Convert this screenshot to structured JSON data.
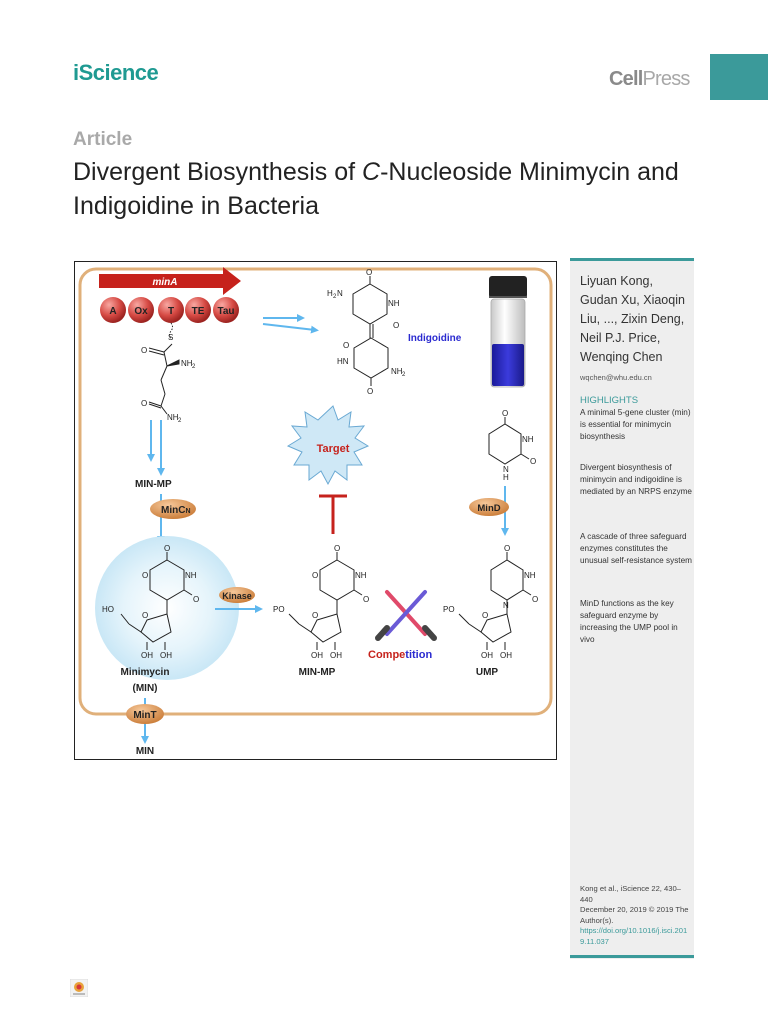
{
  "header": {
    "journal": "iScience",
    "publisher_cell": "Cell",
    "publisher_press": "Press",
    "accent_color": "#3b9a9a"
  },
  "article": {
    "type": "Article",
    "title_pre": "Divergent Biosynthesis of ",
    "title_italic": "C",
    "title_post": "-Nucleoside Minimycin and Indigoidine in Bacteria"
  },
  "sidebar": {
    "authors": "Liyuan Kong, Gudan Xu, Xiaoqin Liu, ..., Zixin Deng, Neil P.J. Price, Wenqing Chen",
    "email": "wqchen@whu.edu.cn",
    "highlights_heading": "HIGHLIGHTS",
    "highlights": [
      "A minimal 5-gene cluster (min) is essential for minimycin biosynthesis",
      "Divergent biosynthesis of minimycin and indigoidine is mediated by an NRPS enzyme",
      "A cascade of three safeguard enzymes constitutes the unusual self-resistance system",
      "MinD functions as the key safeguard enzyme by increasing the UMP pool in vivo"
    ],
    "citation": {
      "line1": "Kong et al., iScience 22, 430–440",
      "line2": "December 20, 2019 © 2019 The Author(s).",
      "doi": "https://doi.org/10.1016/j.isci.2019.11.037"
    }
  },
  "figure": {
    "gene": "minA",
    "domains": [
      "A",
      "Ox",
      "T",
      "TE",
      "Tau"
    ],
    "indigoidine": "Indigoidine",
    "target": "Target",
    "competition_a": "Compe",
    "competition_b": "tition",
    "min_mp_top": "MIN-MP",
    "min_mp_mid": "MIN-MP",
    "ump": "UMP",
    "minimycin_line1": "Minimycin",
    "minimycin_line2": "(MIN)",
    "min_out": "MIN",
    "enzymes": {
      "mincn_main": "MinC",
      "mincn_sub": "N",
      "mind": "MinD",
      "kinase": "Kinase",
      "mint": "MinT"
    },
    "atoms": {
      "S": "S",
      "O": "O",
      "NH": "NH",
      "N": "N",
      "H": "H",
      "NH2": "NH",
      "sub2": "2",
      "H2N": "H",
      "HN": "HN",
      "HO": "HO",
      "OH": "OH",
      "PO": "PO"
    }
  }
}
